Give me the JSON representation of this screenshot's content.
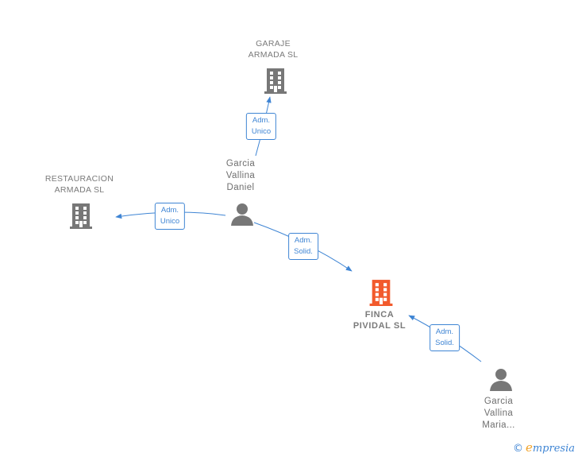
{
  "nodes": {
    "garaje": {
      "line1": "GARAJE",
      "line2": "ARMADA SL"
    },
    "restauracion": {
      "line1": "RESTAURACION",
      "line2": "ARMADA  SL"
    },
    "finca": {
      "line1": "FINCA",
      "line2": "PIVIDAL  SL"
    },
    "daniel": {
      "line1": "Garcia",
      "line2": "Vallina",
      "line3": "Daniel"
    },
    "maria": {
      "line1": "Garcia",
      "line2": "Vallina",
      "line3": "Maria..."
    }
  },
  "edges": {
    "daniel_garaje": {
      "line1": "Adm.",
      "line2": "Unico"
    },
    "daniel_restauracion": {
      "line1": "Adm.",
      "line2": "Unico"
    },
    "daniel_finca": {
      "line1": "Adm.",
      "line2": "Solid."
    },
    "maria_finca": {
      "line1": "Adm.",
      "line2": "Solid."
    }
  },
  "footer": {
    "copyright": "©",
    "brand_initial": "e",
    "brand_rest": "mpresia"
  },
  "colors": {
    "company": "#777777",
    "focus_company": "#f25a2c",
    "person": "#777777",
    "edge": "#3f85d4"
  },
  "icons": {
    "company": "building-icon",
    "person": "person-icon"
  }
}
